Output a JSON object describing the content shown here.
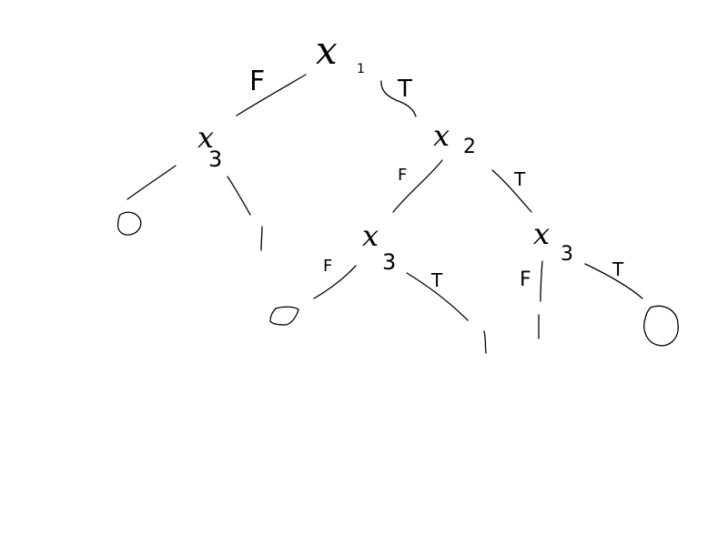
{
  "diagram": {
    "kind": "decision-tree",
    "ink_color": "#000000",
    "background": "#ffffff",
    "nodes": {
      "root": {
        "var": "x",
        "sub": "1"
      },
      "left": {
        "var": "x",
        "sub": "3"
      },
      "right": {
        "var": "x",
        "sub": "2"
      },
      "right_left": {
        "var": "x",
        "sub": "3"
      },
      "right_right": {
        "var": "x",
        "sub": "3"
      }
    },
    "leaves": {
      "left_false": "0",
      "left_true": "1",
      "right_left_false": "0",
      "right_left_true": "1",
      "right_right_false": "1",
      "right_right_true": "0"
    },
    "edge_labels": {
      "root_false": "F",
      "root_true": "T",
      "right_false": "F",
      "right_true": "T",
      "right_left_false": "F",
      "right_left_true": "T",
      "right_right_false": "F",
      "right_right_true": "T"
    }
  }
}
